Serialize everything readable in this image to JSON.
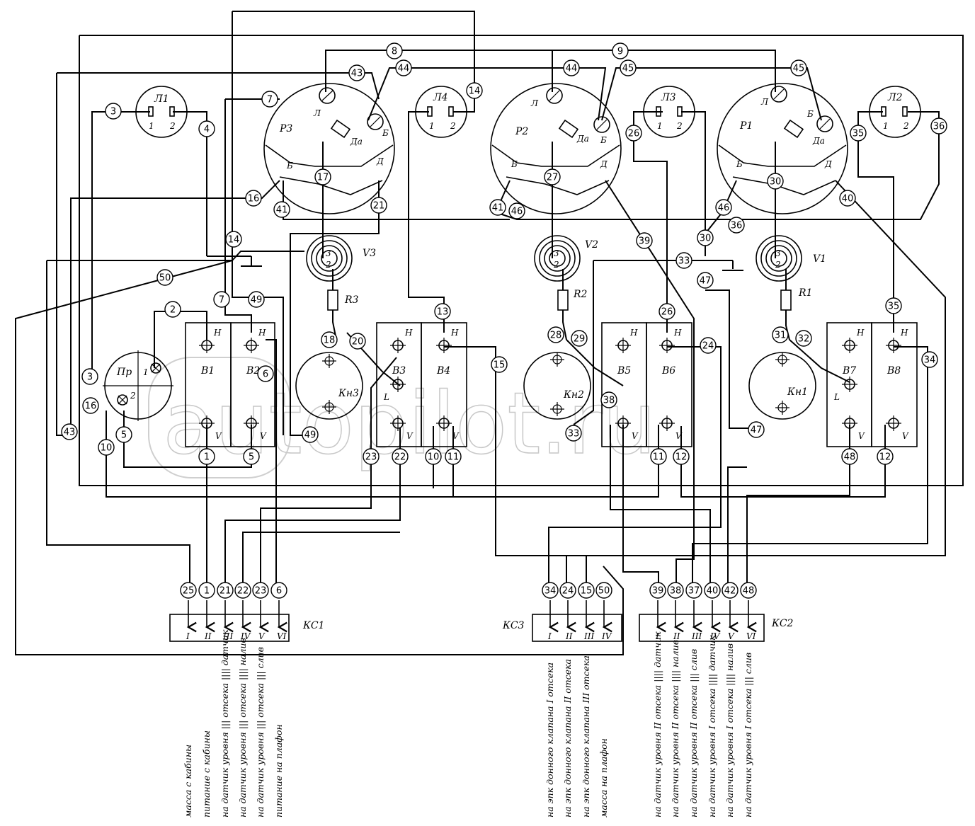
{
  "watermark": "autopilot.ru",
  "relays": [
    {
      "id": "rel-P3",
      "label": "Р3",
      "terminals": [
        "Л",
        "Да",
        "Б",
        "Б",
        "Д"
      ]
    },
    {
      "id": "rel-P2",
      "label": "Р2",
      "terminals": [
        "Л",
        "Да",
        "Б",
        "Б",
        "Д"
      ]
    },
    {
      "id": "rel-P1",
      "label": "Р1",
      "terminals": [
        "Л",
        "Да",
        "Б",
        "Б",
        "Д"
      ]
    }
  ],
  "lamps": [
    {
      "id": "lamp-L1",
      "label": "Л1",
      "pins": [
        "1",
        "2"
      ]
    },
    {
      "id": "lamp-L4",
      "label": "Л4",
      "pins": [
        "1",
        "2"
      ]
    },
    {
      "id": "lamp-L3",
      "label": "Л3",
      "pins": [
        "1",
        "2"
      ]
    },
    {
      "id": "lamp-L2",
      "label": "Л2",
      "pins": [
        "1",
        "2"
      ]
    }
  ],
  "indicators": [
    {
      "id": "V3",
      "label": "V3",
      "pins": [
        "3",
        "2"
      ]
    },
    {
      "id": "V2",
      "label": "V2",
      "pins": [
        "3",
        "2"
      ]
    },
    {
      "id": "V1",
      "label": "V1",
      "pins": [
        "3",
        "2"
      ]
    }
  ],
  "resistors": [
    "R3",
    "R2",
    "R1"
  ],
  "buttons": [
    "Кн3",
    "Кн2",
    "Кн1"
  ],
  "fuse": {
    "label": "Пр",
    "pins": [
      "1",
      "2"
    ]
  },
  "switches": [
    {
      "id": "B1",
      "top": "Н",
      "bottom": "V"
    },
    {
      "id": "B2",
      "top": "Н",
      "bottom": "V"
    },
    {
      "id": "B3",
      "top": "Н",
      "bottom": "V",
      "mid": "L"
    },
    {
      "id": "B4",
      "top": "Н",
      "bottom": "V"
    },
    {
      "id": "B5",
      "top": "Н",
      "bottom": "V"
    },
    {
      "id": "B6",
      "top": "Н",
      "bottom": "V"
    },
    {
      "id": "B7",
      "top": "Н",
      "bottom": "V",
      "mid": "L"
    },
    {
      "id": "B8",
      "top": "Н",
      "bottom": "V"
    }
  ],
  "connectors": [
    {
      "id": "KC1",
      "label": "КС1",
      "wires": [
        "25",
        "1",
        "21",
        "22",
        "23",
        "6"
      ],
      "pins": [
        "I",
        "II",
        "III",
        "IV",
        "V",
        "VI"
      ],
      "descriptions": [
        "масса с кабины",
        "питание с кабины",
        "на датчик уровня ||| отсека |||| датчик",
        "на датчик уровня ||| отсека |||| налив",
        "на датчик уровня ||| отсека ||| слив",
        "питание на плафон"
      ]
    },
    {
      "id": "KC3",
      "label": "КС3",
      "wires": [
        "34",
        "24",
        "15",
        "50"
      ],
      "pins": [
        "I",
        "II",
        "III",
        "IV"
      ],
      "descriptions": [
        "на эпк донного клапана I отсека",
        "на эпк донного клапана II отсека",
        "на эпк донного клапана III отсека",
        "масса на плафон"
      ]
    },
    {
      "id": "KC2",
      "label": "КС2",
      "wires": [
        "39",
        "38",
        "37",
        "40",
        "42",
        "48"
      ],
      "pins": [
        "I",
        "II",
        "III",
        "IV",
        "V",
        "VI"
      ],
      "descriptions": [
        "на датчик уровня II отсека |||| датчик",
        "на датчик уровня II отсека |||| налив",
        "на датчик уровня II отсека ||| слив",
        "на датчик уровня I отсека |||| датчик",
        "на датчик уровня I отсека |||| налив",
        "на датчик уровня I отсека ||| слив"
      ]
    }
  ],
  "wire_numbers": [
    "1",
    "2",
    "3",
    "4",
    "5",
    "6",
    "7",
    "8",
    "9",
    "10",
    "11",
    "12",
    "13",
    "14",
    "15",
    "16",
    "17",
    "18",
    "20",
    "21",
    "22",
    "23",
    "24",
    "25",
    "26",
    "27",
    "28",
    "29",
    "30",
    "31",
    "32",
    "33",
    "34",
    "35",
    "36",
    "37",
    "38",
    "39",
    "40",
    "41",
    "42",
    "43",
    "44",
    "45",
    "46",
    "47",
    "48",
    "49",
    "50"
  ]
}
